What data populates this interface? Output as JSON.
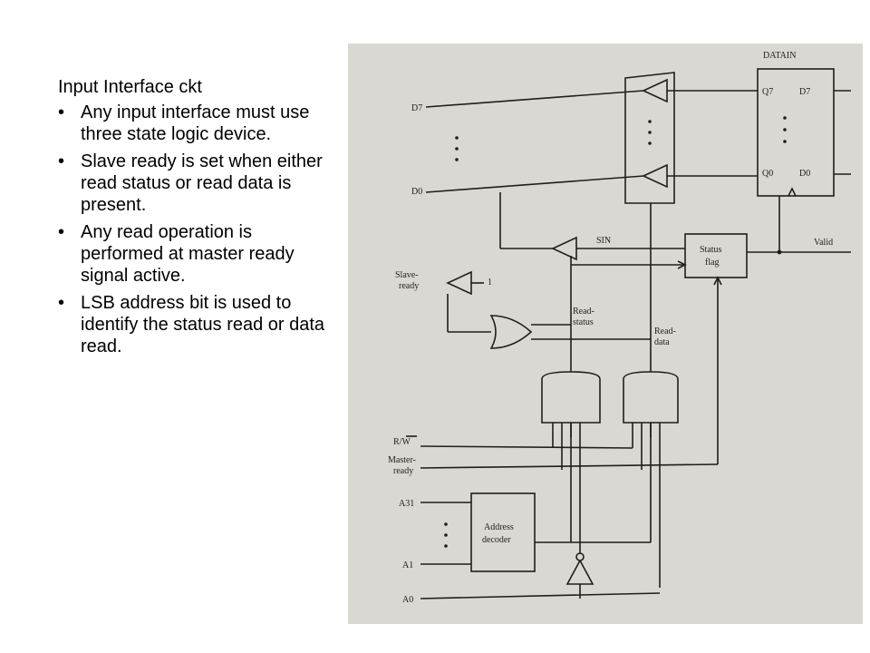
{
  "slide": {
    "title": "Input Interface ckt",
    "bullets": [
      "Any input interface must use three state logic device.",
      "Slave ready is set when either read status or read data is present.",
      "Any read operation is performed at master ready signal active.",
      "LSB address bit is used to identify the status read or data read."
    ]
  },
  "diagram": {
    "datain": "DATAIN",
    "d7": "D7",
    "d0": "D0",
    "q7": "Q7",
    "q0": "Q0",
    "dr7": "D7",
    "dr0": "D0",
    "sin": "SIN",
    "valid": "Valid",
    "status_flag_1": "Status",
    "status_flag_2": "flag",
    "slave_ready_1": "Slave-",
    "slave_ready_2": "ready",
    "one": "1",
    "read_status_1": "Read-",
    "read_status_2": "status",
    "read_data_1": "Read-",
    "read_data_2": "data",
    "rw": "R/W",
    "master_ready_1": "Master-",
    "master_ready_2": "ready",
    "a31": "A31",
    "a1": "A1",
    "a0": "A0",
    "address_decoder_1": "Address",
    "address_decoder_2": "decoder"
  }
}
